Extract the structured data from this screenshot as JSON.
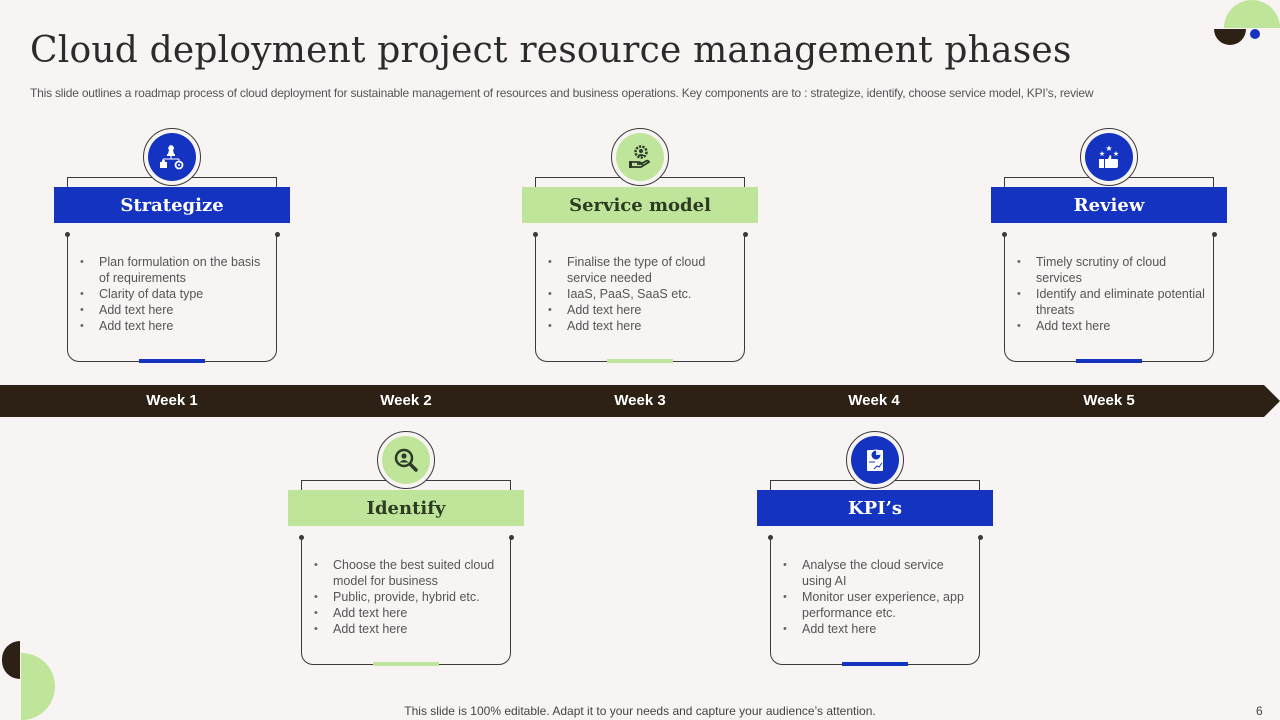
{
  "slide": {
    "title": "Cloud deployment project resource management phases",
    "subtitle": "This slide outlines a roadmap process of cloud deployment for sustainable management of resources and business operations. Key components are to : strategize, identify,  choose service model, KPI’s, review",
    "footer": "This slide is 100% editable. Adapt it to your needs and capture your audience’s attention.",
    "page_number": "6"
  },
  "colors": {
    "blue": "#1533c1",
    "green": "#bfe59a",
    "dark": "#2d2015",
    "background": "#f7f4f3"
  },
  "timeline": {
    "weeks": [
      "Week 1",
      "Week 2",
      "Week 3",
      "Week 4",
      "Week 5"
    ]
  },
  "phases": [
    {
      "title": "Strategize",
      "week": "Week 1",
      "position": "above",
      "color": "blue",
      "icon": "strategy-chess-icon",
      "bullets": [
        "Plan formulation  on the basis of requirements",
        "Clarity of data type",
        "Add text here",
        "Add text here"
      ]
    },
    {
      "title": "Identify",
      "week": "Week 2",
      "position": "below",
      "color": "green",
      "icon": "search-user-icon",
      "bullets": [
        "Choose the best suited cloud model for business",
        "Public, provide,  hybrid etc.",
        "Add text here",
        "Add text here"
      ]
    },
    {
      "title": "Service model",
      "week": "Week 3",
      "position": "above",
      "color": "green",
      "icon": "service-hand-gear-icon",
      "bullets": [
        "Finalise the type of cloud service  needed",
        "IaaS, PaaS, SaaS etc.",
        "Add text here",
        "Add text here"
      ]
    },
    {
      "title": "KPI’s",
      "week": "Week 4",
      "position": "below",
      "color": "blue",
      "icon": "report-chart-icon",
      "bullets": [
        "Analyse the cloud service  using AI",
        "Monitor user experience, app performance  etc.",
        "Add text here"
      ]
    },
    {
      "title": "Review",
      "week": "Week 5",
      "position": "above",
      "color": "blue",
      "icon": "thumbs-up-stars-icon",
      "bullets": [
        "Timely scrutiny of cloud services",
        "Identify and eliminate potential threats",
        "Add text here"
      ]
    }
  ]
}
